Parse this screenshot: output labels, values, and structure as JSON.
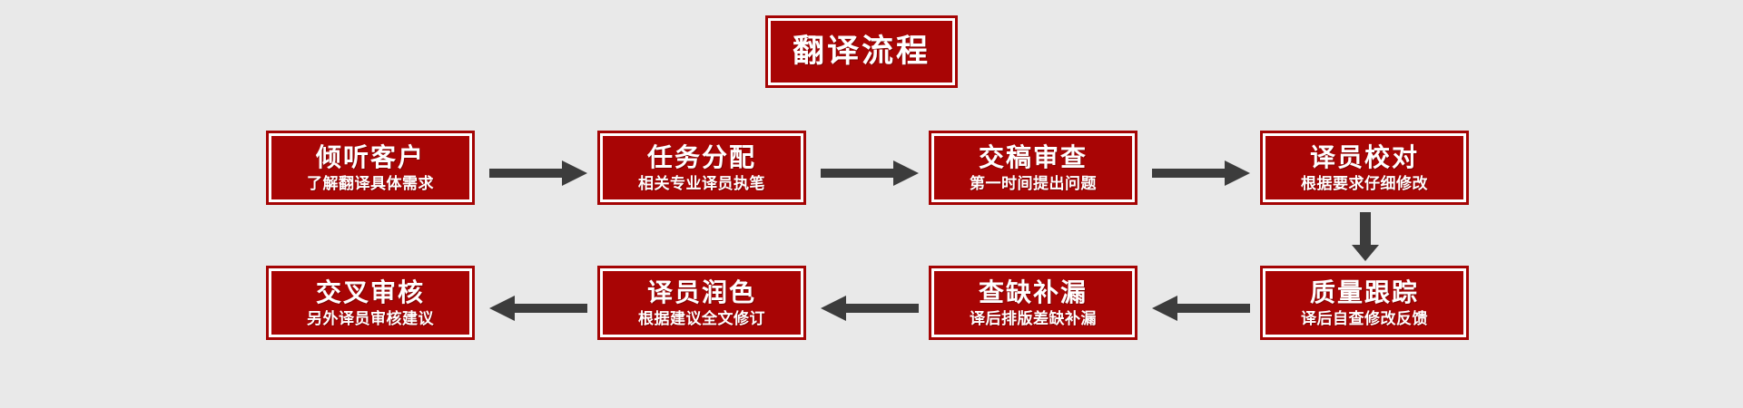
{
  "diagram": {
    "type": "flowchart",
    "orientation": "serpentine-two-rows",
    "background_color": "#e9e9e9",
    "box_fill_color": "#a80505",
    "box_border_color": "#a40404",
    "box_inner_rule_color": "#ffffff",
    "text_color": "#ffffff",
    "arrow_color": "#3c3c3c",
    "heading": {
      "title": "翻译流程"
    },
    "steps": [
      {
        "index": 1,
        "title": "倾听客户",
        "subtitle": "了解翻译具体需求"
      },
      {
        "index": 2,
        "title": "任务分配",
        "subtitle": "相关专业译员执笔"
      },
      {
        "index": 3,
        "title": "交稿审查",
        "subtitle": "第一时间提出问题"
      },
      {
        "index": 4,
        "title": "译员校对",
        "subtitle": "根据要求仔细修改"
      },
      {
        "index": 5,
        "title": "质量跟踪",
        "subtitle": "译后自查修改反馈"
      },
      {
        "index": 6,
        "title": "查缺补漏",
        "subtitle": "译后排版差缺补漏"
      },
      {
        "index": 7,
        "title": "译员润色",
        "subtitle": "根据建议全文修订"
      },
      {
        "index": 8,
        "title": "交叉审核",
        "subtitle": "另外译员审核建议"
      }
    ],
    "connectors": [
      {
        "from": 1,
        "to": 2,
        "direction": "right"
      },
      {
        "from": 2,
        "to": 3,
        "direction": "right"
      },
      {
        "from": 3,
        "to": 4,
        "direction": "right"
      },
      {
        "from": 4,
        "to": 5,
        "direction": "down"
      },
      {
        "from": 5,
        "to": 6,
        "direction": "left"
      },
      {
        "from": 6,
        "to": 7,
        "direction": "left"
      },
      {
        "from": 7,
        "to": 8,
        "direction": "left"
      }
    ]
  }
}
